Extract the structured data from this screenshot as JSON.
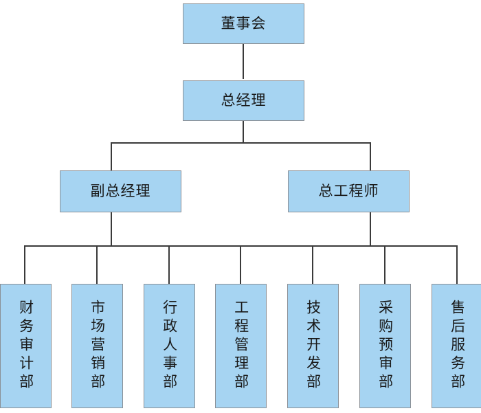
{
  "diagram": {
    "type": "organization-chart",
    "title": "",
    "orientation": "top-down",
    "colors": {
      "node_fill": "#A6D4F2",
      "node_border": "#8a8f95",
      "connector": "#3a3a3a",
      "text": "#1a1a1a",
      "background": "#ffffff"
    },
    "levels": [
      {
        "level": 1,
        "nodes": [
          {
            "id": "board",
            "label": "董事会",
            "orientation": "horizontal"
          }
        ]
      },
      {
        "level": 2,
        "nodes": [
          {
            "id": "general-manager",
            "label": "总经理",
            "orientation": "horizontal"
          }
        ]
      },
      {
        "level": 3,
        "nodes": [
          {
            "id": "deputy-general-manager",
            "label": "副总经理",
            "orientation": "horizontal"
          },
          {
            "id": "chief-engineer",
            "label": "总工程师",
            "orientation": "horizontal"
          }
        ]
      },
      {
        "level": 4,
        "nodes": [
          {
            "id": "finance-audit-dept",
            "label": "财务审计部",
            "orientation": "vertical"
          },
          {
            "id": "marketing-dept",
            "label": "市场营销部",
            "orientation": "vertical"
          },
          {
            "id": "admin-hr-dept",
            "label": "行政人事部",
            "orientation": "vertical"
          },
          {
            "id": "engineering-management-dept",
            "label": "工程管理部",
            "orientation": "vertical"
          },
          {
            "id": "technology-development-dept",
            "label": "技术开发部",
            "orientation": "vertical"
          },
          {
            "id": "procurement-preaudit-dept",
            "label": "采购预审部",
            "orientation": "vertical"
          },
          {
            "id": "after-sales-service-dept",
            "label": "售后服务部",
            "orientation": "vertical"
          }
        ]
      }
    ]
  }
}
